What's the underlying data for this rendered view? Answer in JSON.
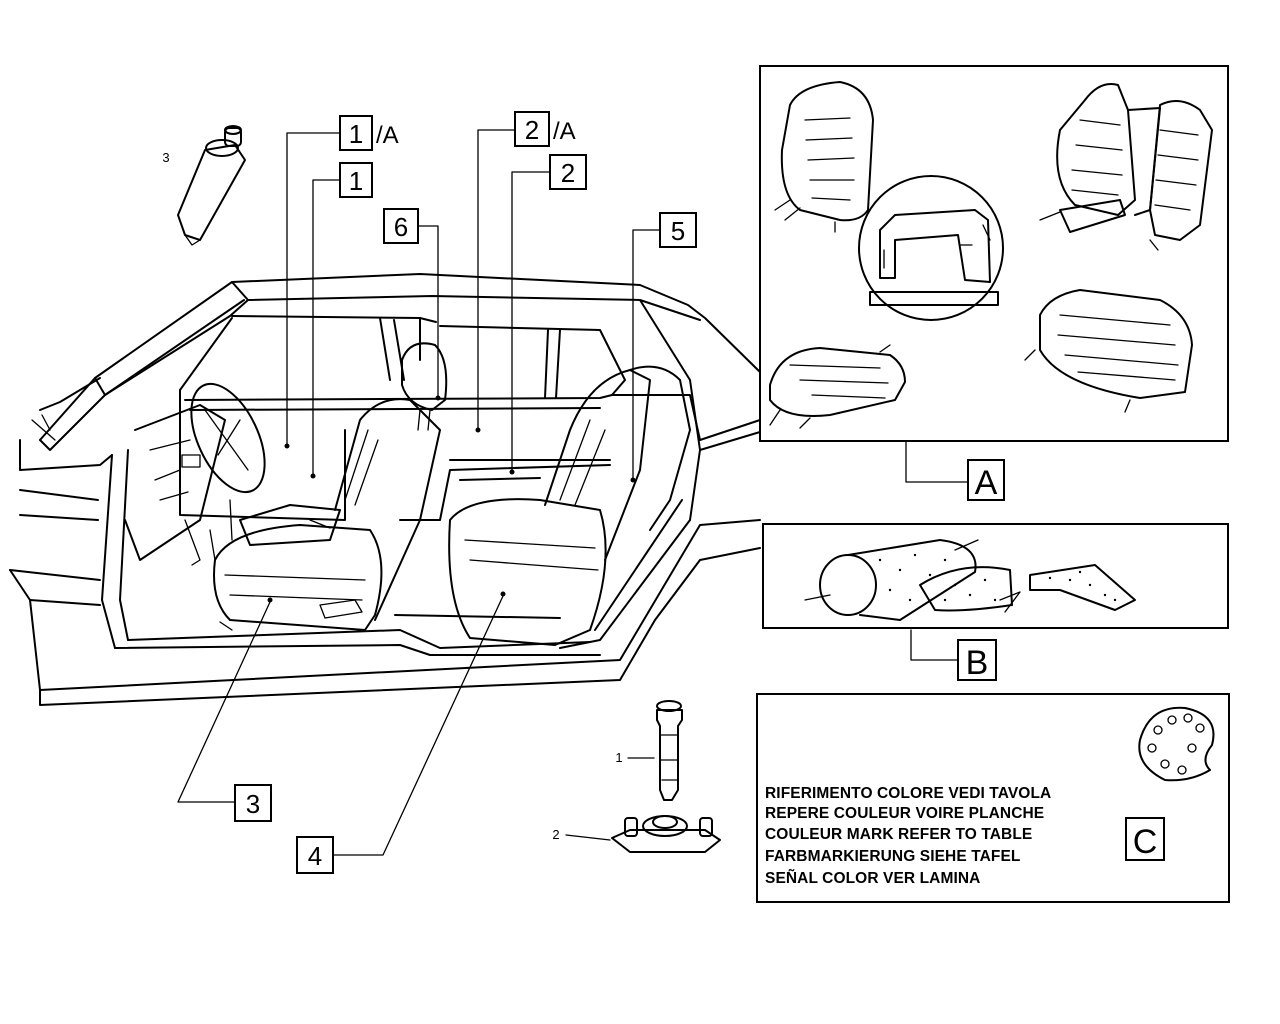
{
  "callouts": {
    "c1a": {
      "number": "1",
      "suffix": "/A"
    },
    "c1": {
      "number": "1"
    },
    "c2a": {
      "number": "2",
      "suffix": "/A"
    },
    "c2": {
      "number": "2"
    },
    "c3": {
      "number": "3"
    },
    "c4": {
      "number": "4"
    },
    "c5": {
      "number": "5"
    },
    "c6": {
      "number": "6"
    }
  },
  "detail_numbers": {
    "aerosol": "3",
    "bolt": "1",
    "mount": "2"
  },
  "panels": {
    "A": {
      "label": "A"
    },
    "B": {
      "label": "B"
    },
    "C": {
      "label": "C",
      "lines": [
        "RIFERIMENTO COLORE VEDI TAVOLA",
        "REPERE COULEUR VOIRE PLANCHE",
        "COULEUR MARK REFER TO TABLE",
        "FARBMARKIERUNG SIEHE TAFEL",
        "SEÑAL COLOR VER LAMINA"
      ]
    }
  }
}
